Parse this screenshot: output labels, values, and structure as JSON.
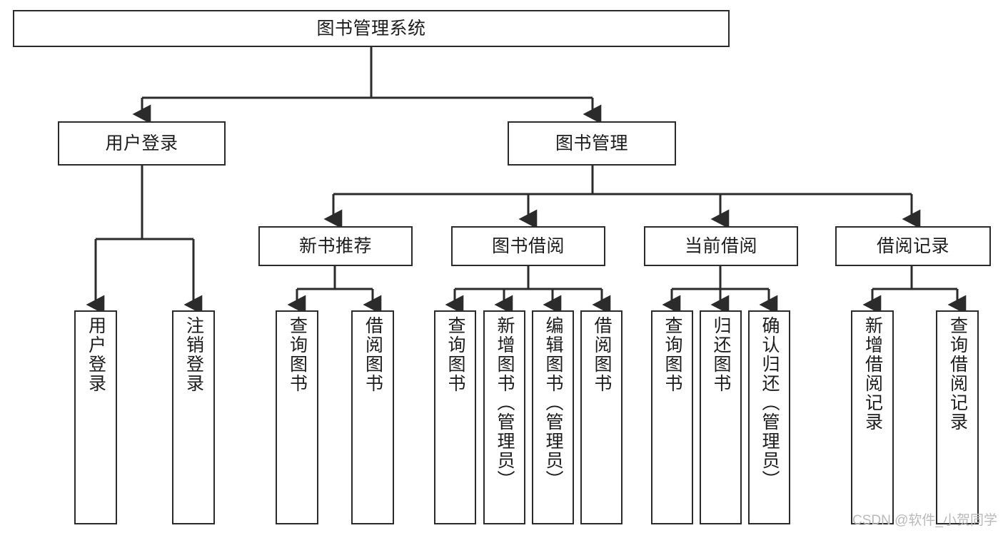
{
  "diagram": {
    "title": "图书管理系统",
    "watermark": "CSDN @软件_小贺同学",
    "stroke_color": "#2b2b2b",
    "background_color": "#ffffff",
    "text_color": "#1c1c1c",
    "watermark_color": "#b9b9b9",
    "nodes": {
      "root": {
        "label": "图书管理系统"
      },
      "level2": [
        {
          "label": "用户登录"
        },
        {
          "label": "图书管理"
        }
      ],
      "level3": [
        {
          "label": "新书推荐"
        },
        {
          "label": "图书借阅"
        },
        {
          "label": "当前借阅"
        },
        {
          "label": "借阅记录"
        }
      ],
      "leaves": {
        "user_login": [
          {
            "label": "用户登录"
          },
          {
            "label": "注销登录"
          }
        ],
        "new_book_recommend": [
          {
            "label": "查询图书"
          },
          {
            "label": "借阅图书"
          }
        ],
        "book_borrow": [
          {
            "label": "查询图书"
          },
          {
            "label": "新增图书（管理员）"
          },
          {
            "label": "编辑图书（管理员）"
          },
          {
            "label": "借阅图书"
          }
        ],
        "current_borrow": [
          {
            "label": "查询图书"
          },
          {
            "label": "归还图书"
          },
          {
            "label": "确认归还（管理员）"
          }
        ],
        "borrow_record": [
          {
            "label": "新增借阅记录"
          },
          {
            "label": "查询借阅记录"
          }
        ]
      }
    }
  }
}
